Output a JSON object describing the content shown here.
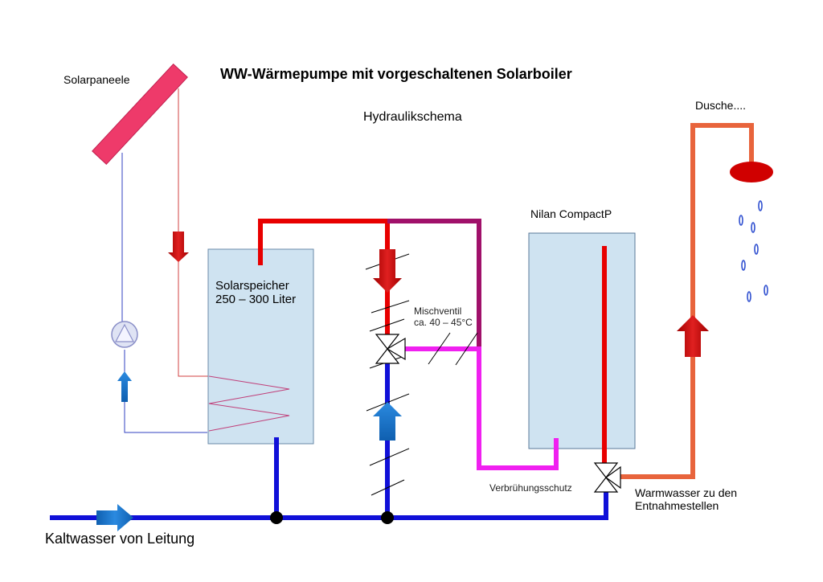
{
  "title": "WW-Wärmepumpe mit vorgeschaltenen Solarboiler",
  "subtitle": "Hydraulikschema",
  "labels": {
    "solar_panels": "Solarpaneele",
    "shower": "Dusche....",
    "heat_pump": "Nilan CompactP",
    "storage_line1": "Solarspeicher",
    "storage_line2": "250 – 300 Liter",
    "mixing_valve_line1": "Mischventil",
    "mixing_valve_line2": "ca. 40 – 45°C",
    "scald_protection": "Verbrühungsschutz",
    "hot_water_line1": "Warmwasser zu den",
    "hot_water_line2": "Entnahmestellen",
    "cold_water": "Kaltwasser von Leitung"
  },
  "colors": {
    "cold_pipe": "#1010d8",
    "hot_pipe": "#e80000",
    "warm_pipe": "#a0106a",
    "mixed_pipe": "#f020f0",
    "outlet_pipe": "#e8643c",
    "tank_fill": "#cfe3f1",
    "flow_arrow_cold": "#1a7ad0",
    "flow_arrow_hot": "#c80000",
    "solar_panel": "#ee3a6a",
    "shower_head": "#d00000",
    "water_drops": "#3050d0"
  },
  "icons": [
    "pump-icon",
    "mixing-valve-icon",
    "scald-valve-icon",
    "shower-head-icon",
    "water-drop-icon",
    "flow-arrow-icon"
  ]
}
